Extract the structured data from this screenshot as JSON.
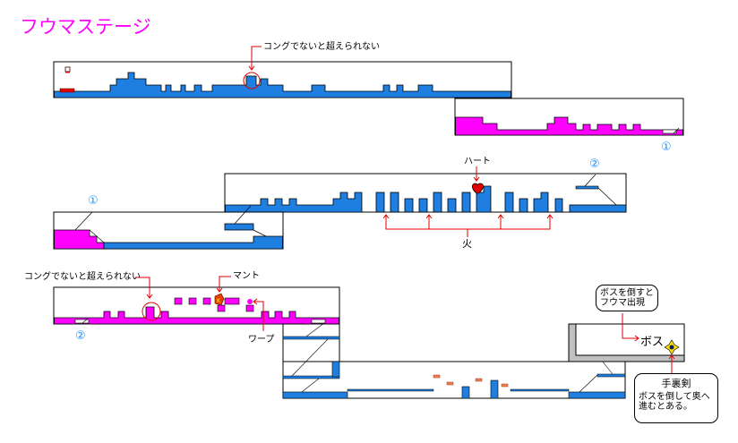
{
  "title": "フウマステージ",
  "colors": {
    "title": "#ff00ff",
    "water_ground": "#1e7fe0",
    "pink_ground": "#ff00ff",
    "annotation_line": "#e00000",
    "warp_number": "#1e90ff",
    "boss_wall": "#c0c0c0",
    "block_orange": "#f08050"
  },
  "annotations": {
    "kong_only_1": "コングでないと超えられない",
    "kong_only_2": "コングでないと超えられない",
    "heart": "ハート",
    "fire": "火",
    "cloak": "マント",
    "warp": "ワープ",
    "boss": "ボス"
  },
  "warp_markers": {
    "one_a": "①",
    "one_b": "①",
    "two_a": "②",
    "two_b": "②"
  },
  "bubbles": {
    "fuma": {
      "line1": "ボスを倒すと",
      "line2": "フウマ出現"
    },
    "shuriken": {
      "title": "手裏剣",
      "line1": "ボスを倒して奥へ",
      "line2": "進むとある。"
    }
  }
}
